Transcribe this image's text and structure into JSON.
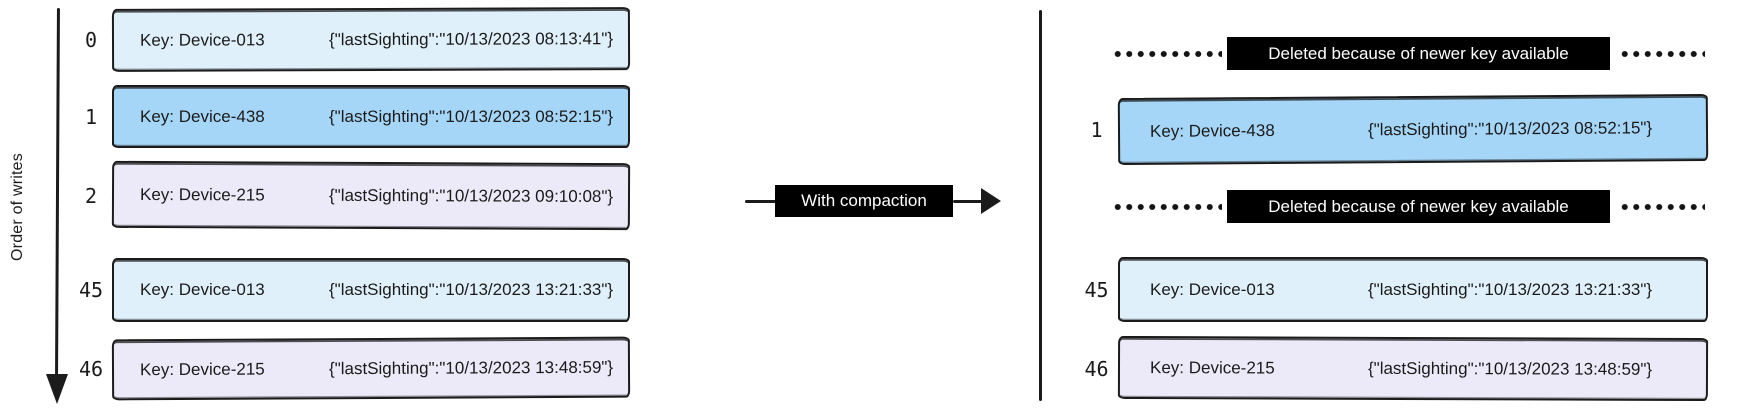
{
  "diagram": {
    "axis_label": "Order of writes",
    "connector_label": "With compaction",
    "tombstone_label": "Deleted because of newer key available"
  },
  "colors": {
    "lightblue": "#e0f0fb",
    "blue": "#a5d6f7",
    "lavender": "#eceaf8",
    "ink": "#1b1b1b",
    "tombstone_bg": "#000000",
    "tombstone_text": "#ffffff"
  },
  "left_log": {
    "rows": [
      {
        "type": "record",
        "offset": "0",
        "key": "Key: Device-013",
        "value": "{\"lastSighting\":\"10/13/2023 08:13:41\"}",
        "color": "lightblue"
      },
      {
        "type": "record",
        "offset": "1",
        "key": "Key: Device-438",
        "value": "{\"lastSighting\":\"10/13/2023 08:52:15\"}",
        "color": "blue"
      },
      {
        "type": "record",
        "offset": "2",
        "key": "Key: Device-215",
        "value": "{\"lastSighting\":\"10/13/2023 09:10:08\"}",
        "color": "lavender"
      },
      {
        "type": "record",
        "offset": "45",
        "key": "Key: Device-013",
        "value": "{\"lastSighting\":\"10/13/2023 13:21:33\"}",
        "color": "lightblue"
      },
      {
        "type": "record",
        "offset": "46",
        "key": "Key: Device-215",
        "value": "{\"lastSighting\":\"10/13/2023 13:48:59\"}",
        "color": "lavender"
      }
    ]
  },
  "right_log": {
    "rows": [
      {
        "type": "tombstone",
        "label": "Deleted because of newer key available"
      },
      {
        "type": "record",
        "offset": "1",
        "key": "Key: Device-438",
        "value": "{\"lastSighting\":\"10/13/2023 08:52:15\"}",
        "color": "blue"
      },
      {
        "type": "tombstone",
        "label": "Deleted because of newer key available"
      },
      {
        "type": "record",
        "offset": "45",
        "key": "Key: Device-013",
        "value": "{\"lastSighting\":\"10/13/2023 13:21:33\"}",
        "color": "lightblue"
      },
      {
        "type": "record",
        "offset": "46",
        "key": "Key: Device-215",
        "value": "{\"lastSighting\":\"10/13/2023 13:48:59\"}",
        "color": "lavender"
      }
    ]
  }
}
